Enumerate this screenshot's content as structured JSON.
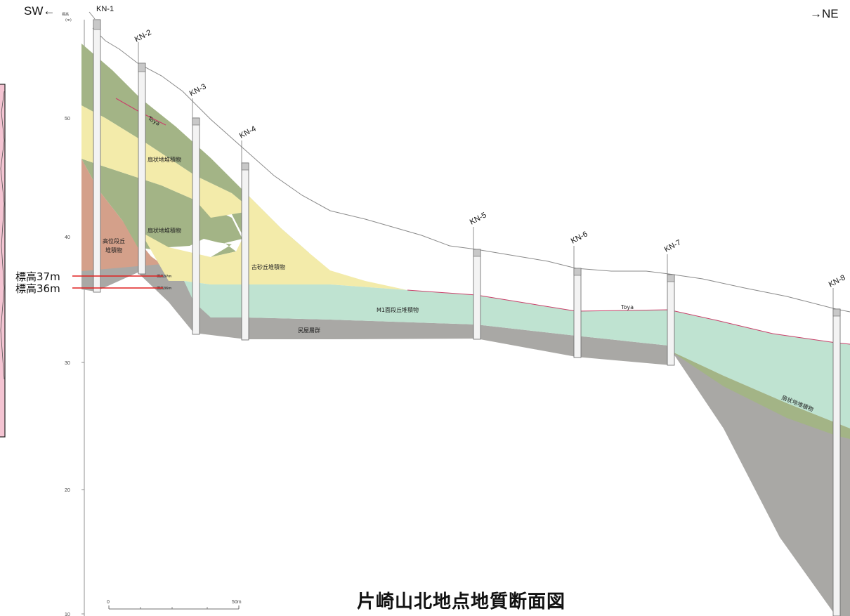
{
  "header": {
    "left_direction": "SW←",
    "right_direction": "→NE"
  },
  "elevation_axis": {
    "label_top": "標高",
    "label_unit": "(m)",
    "ticks": [
      "50",
      "40",
      "30",
      "20",
      "10"
    ]
  },
  "boreholes": [
    "KN-1",
    "KN-2",
    "KN-3",
    "KN-4",
    "KN-5",
    "KN-6",
    "KN-7",
    "KN-8"
  ],
  "layers": {
    "fan_deposit_upper": "扇状地堆積物",
    "fan_deposit_lower": "扇状地堆積物",
    "fan_deposit_right": "扇状地堆積物",
    "high_terrace_1": "高位段丘",
    "high_terrace_2": "堆積物",
    "old_dune": "古砂丘堆積物",
    "m1_terrace": "M1面段丘堆積物",
    "basement": "尻屋層群",
    "toya_upper": "Toya",
    "toya_lower": "Toya"
  },
  "colors": {
    "fan_deposit": "#a3b486",
    "high_terrace": "#d4a08a",
    "old_dune": "#f3ebaa",
    "m1_terrace": "#bfe3d1",
    "basement": "#a9a8a5",
    "tephra": "#c9406a",
    "callout": "#e02020"
  },
  "callouts": {
    "elev_37": "標高37m",
    "elev_36": "標高36m",
    "elev_37_small": "標高37m",
    "elev_36_small": "標高36m"
  },
  "scale_bar": {
    "start": "0",
    "end": "50m"
  },
  "title": "片崎山北地点地質断面図"
}
